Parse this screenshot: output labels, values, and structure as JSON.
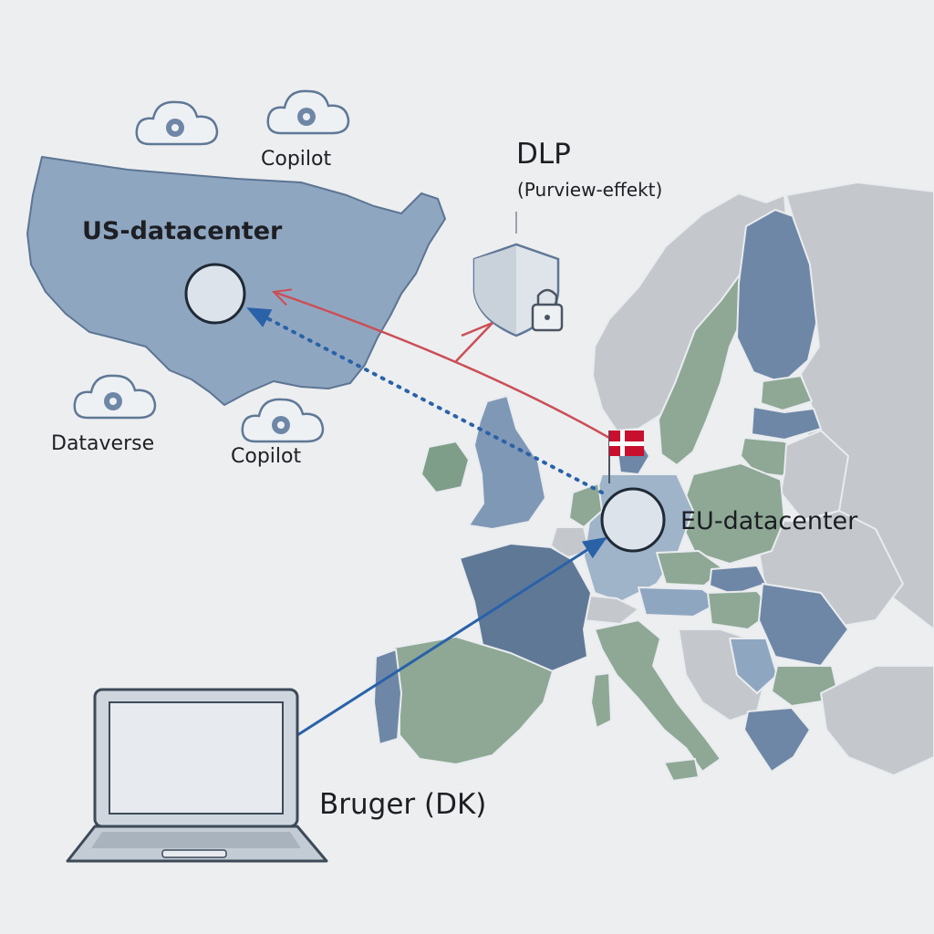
{
  "labels": {
    "us_datacenter": "US-datacenter",
    "eu_datacenter": "EU-datacenter",
    "dlp_title": "DLP",
    "dlp_subtitle": "(Purview-effekt)",
    "copilot_top": "Copilot",
    "copilot_bottom": "Copilot",
    "dataverse": "Dataverse",
    "user": "Bruger (DK)"
  },
  "icons": {
    "cloud_gear": "cloud-gear-icon",
    "shield_lock": "shield-lock-icon",
    "flag": "danish-flag-icon",
    "laptop": "laptop-icon"
  },
  "colors": {
    "background": "#eceef0",
    "us_map": "#8fa6c1",
    "map_blue": "#6f87a6",
    "map_green": "#8ea895",
    "map_grey": "#c2c5ca",
    "arrow_red": "#cc4e55",
    "arrow_blue": "#2a62a8",
    "flag_red": "#c8102e"
  },
  "arrows": [
    {
      "from": "user",
      "to": "eu_datacenter",
      "style": "solid",
      "color": "blue"
    },
    {
      "from": "eu_datacenter",
      "to": "us_datacenter",
      "style": "dotted",
      "color": "blue"
    },
    {
      "from": "eu_datacenter",
      "to": "us_datacenter",
      "style": "solid",
      "color": "red"
    }
  ]
}
